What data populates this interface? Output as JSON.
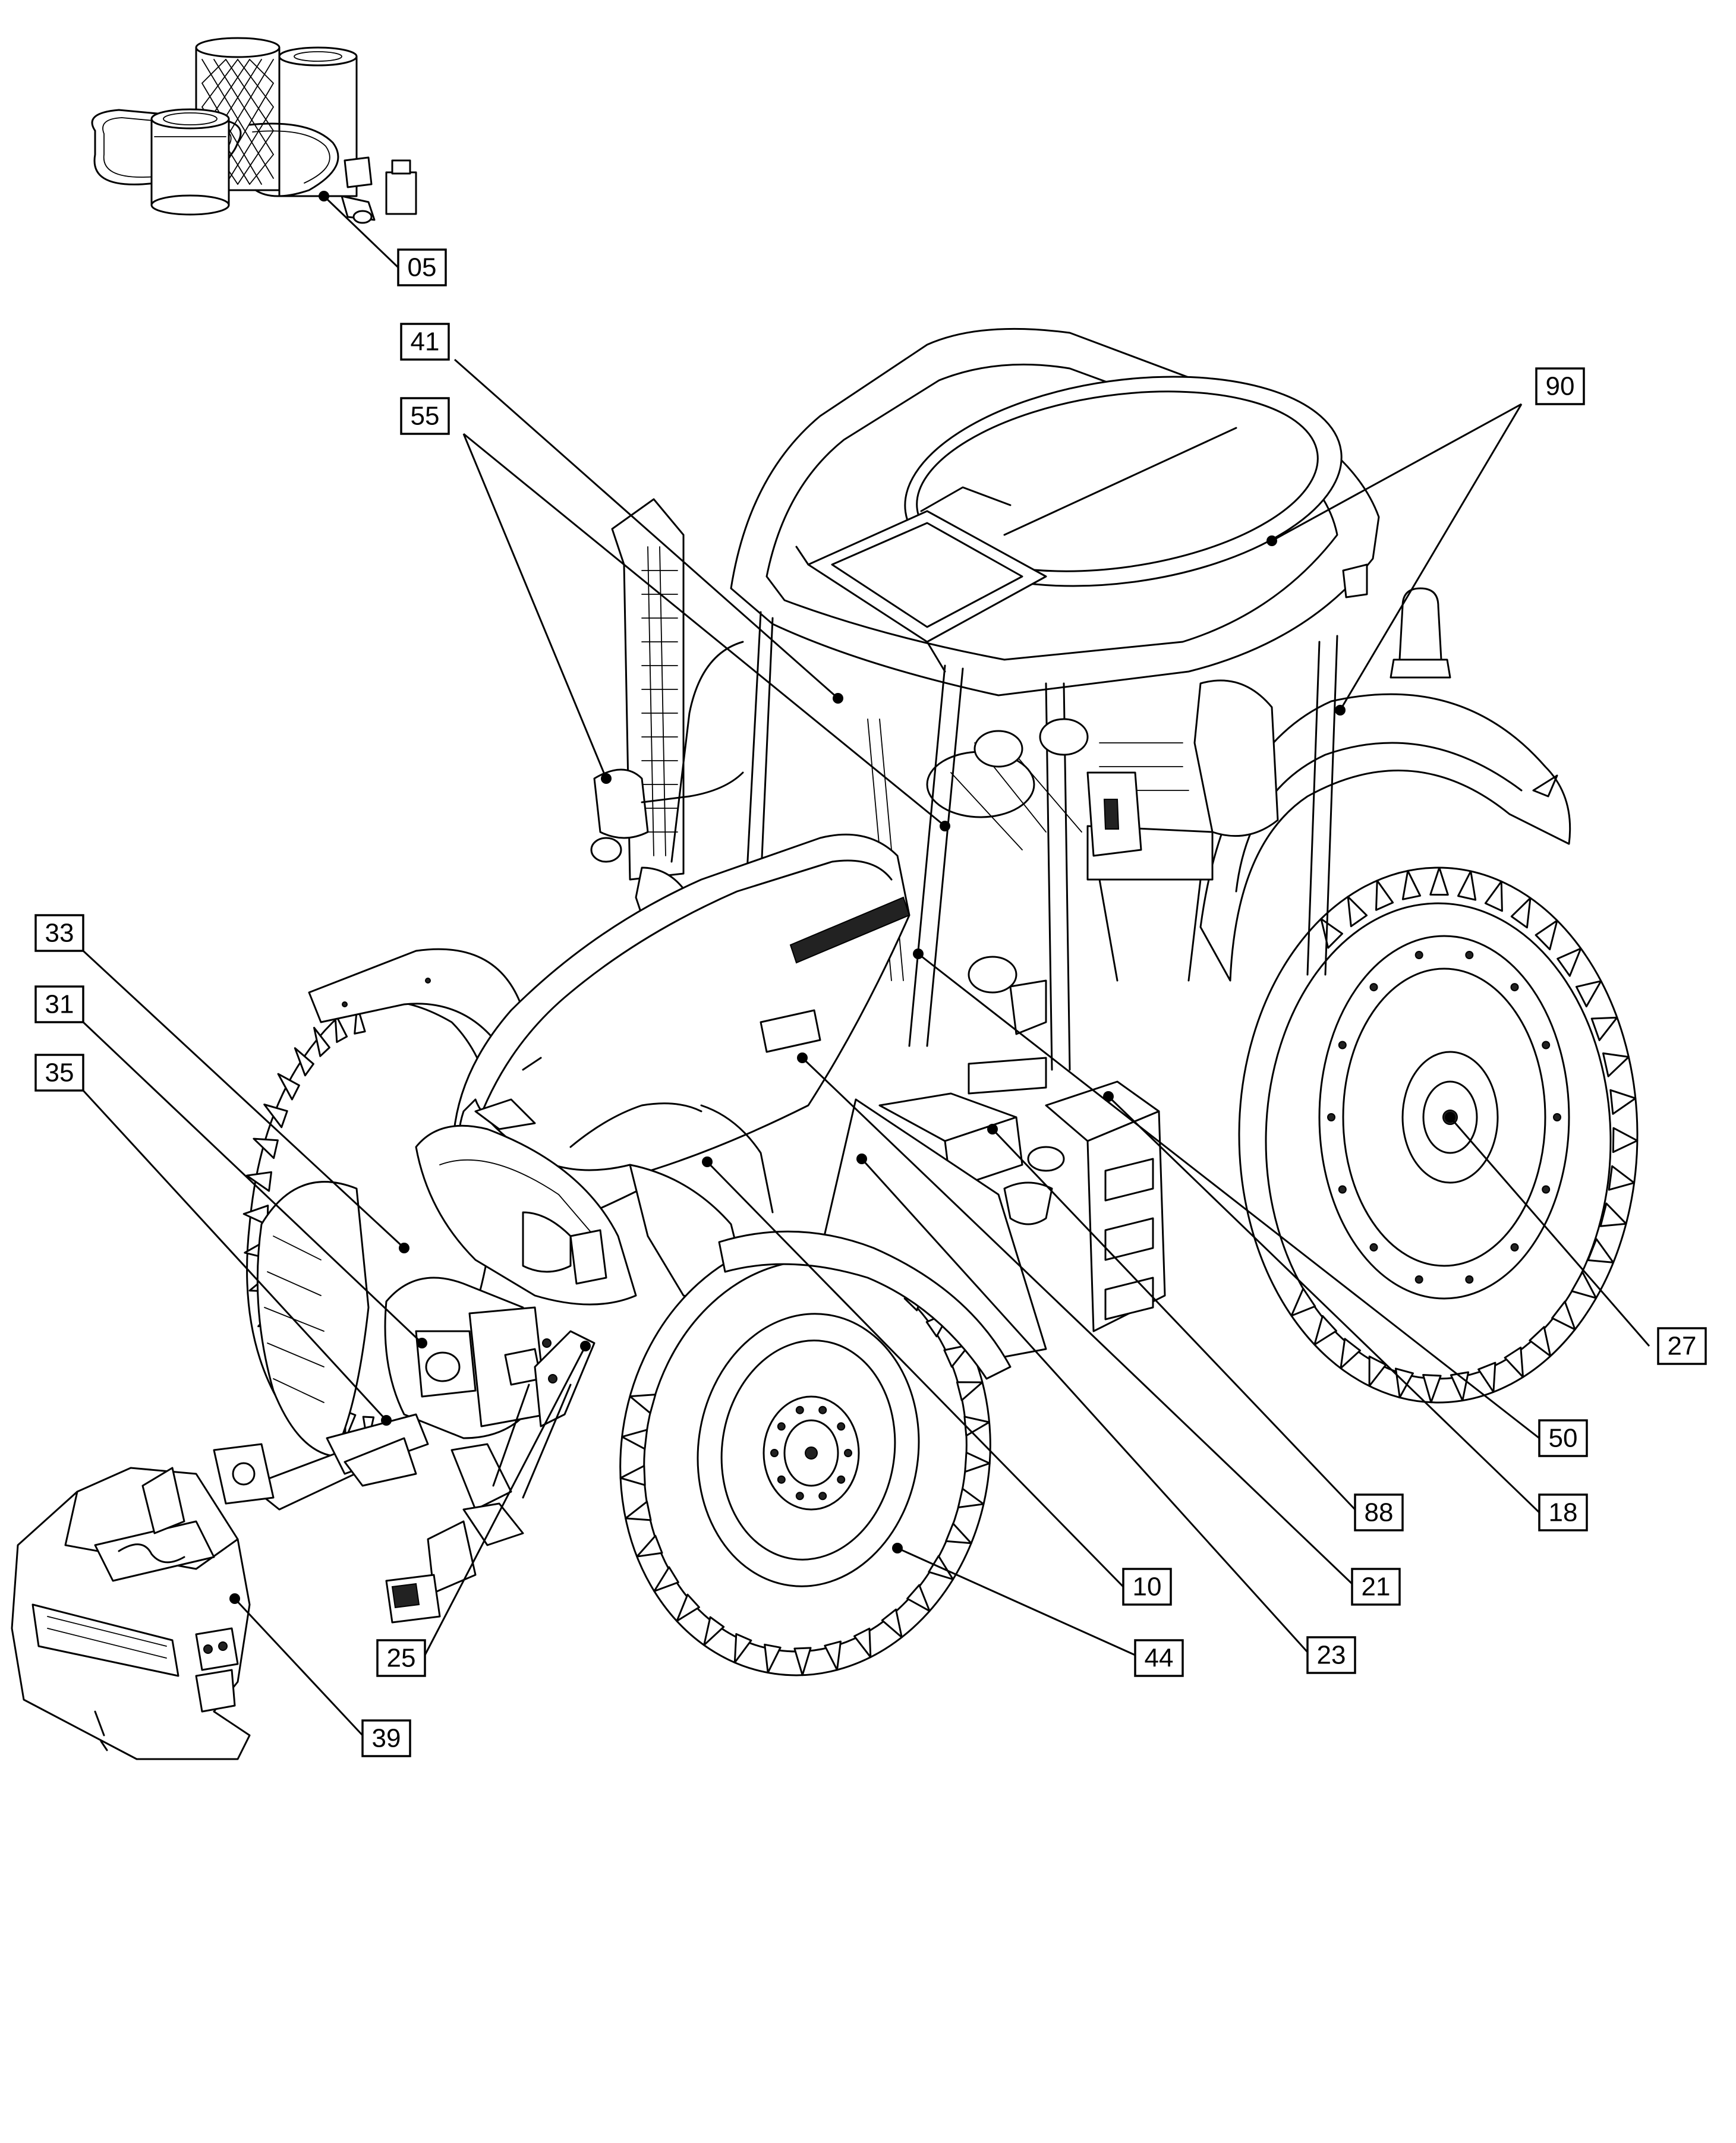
{
  "callouts": [
    {
      "id": "c05",
      "label": "05"
    },
    {
      "id": "c41",
      "label": "41"
    },
    {
      "id": "c55",
      "label": "55"
    },
    {
      "id": "c90",
      "label": "90"
    },
    {
      "id": "c33",
      "label": "33"
    },
    {
      "id": "c31",
      "label": "31"
    },
    {
      "id": "c35",
      "label": "35"
    },
    {
      "id": "c27",
      "label": "27"
    },
    {
      "id": "c50",
      "label": "50"
    },
    {
      "id": "c88",
      "label": "88"
    },
    {
      "id": "c18",
      "label": "18"
    },
    {
      "id": "c10",
      "label": "10"
    },
    {
      "id": "c21",
      "label": "21"
    },
    {
      "id": "c25",
      "label": "25"
    },
    {
      "id": "c44",
      "label": "44"
    },
    {
      "id": "c23",
      "label": "23"
    },
    {
      "id": "c39",
      "label": "39"
    }
  ]
}
